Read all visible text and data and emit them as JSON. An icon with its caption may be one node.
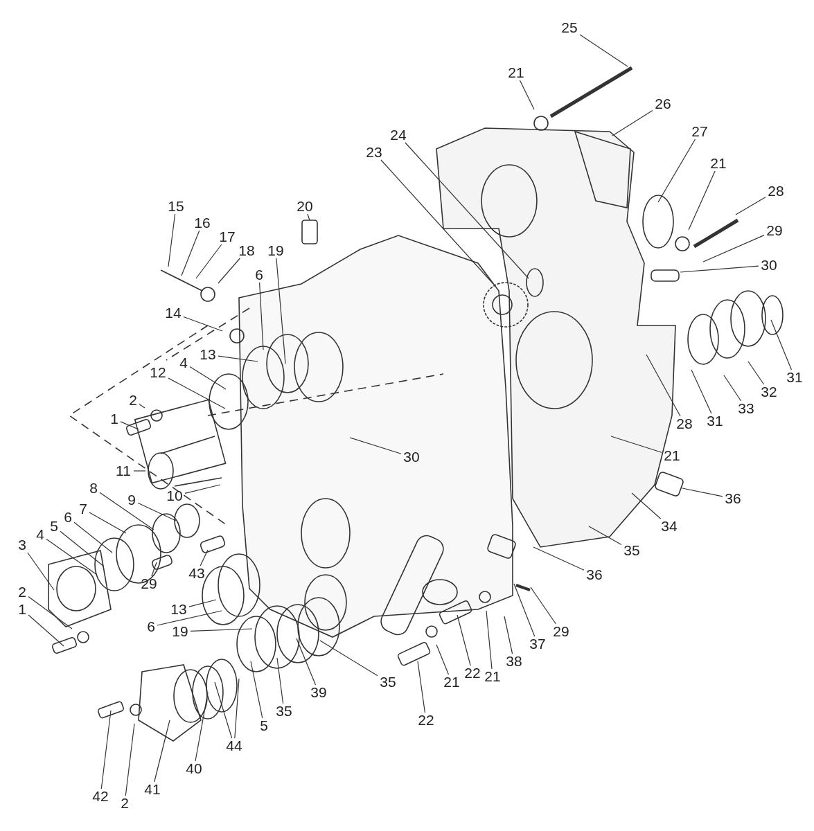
{
  "diagram": {
    "nodes": [
      {
        "text": [
          "25"
        ]
      },
      {
        "text": [
          "21"
        ]
      },
      {
        "text": [
          "26"
        ]
      },
      {
        "text": [
          "27"
        ]
      },
      {
        "text": [
          "21"
        ]
      },
      {
        "text": [
          "28"
        ]
      },
      {
        "text": [
          "29"
        ]
      },
      {
        "text": [
          "30"
        ]
      },
      {
        "text": [
          "24"
        ]
      },
      {
        "text": [
          "23"
        ]
      },
      {
        "text": [
          "20"
        ]
      },
      {
        "text": [
          "15"
        ]
      },
      {
        "text": [
          "16"
        ]
      },
      {
        "text": [
          "17"
        ]
      },
      {
        "text": [
          "18"
        ]
      },
      {
        "text": [
          "19"
        ]
      },
      {
        "text": [
          "6"
        ]
      },
      {
        "text": [
          "14"
        ]
      },
      {
        "text": [
          "13"
        ]
      },
      {
        "text": [
          "4"
        ]
      },
      {
        "text": [
          "12"
        ]
      },
      {
        "text": [
          "2"
        ]
      },
      {
        "text": [
          "1"
        ]
      },
      {
        "text": [
          "11"
        ]
      },
      {
        "text": [
          "9"
        ]
      },
      {
        "text": [
          "10"
        ]
      },
      {
        "text": [
          "30"
        ]
      },
      {
        "text": [
          "8"
        ]
      },
      {
        "text": [
          "7"
        ]
      },
      {
        "text": [
          "6"
        ]
      },
      {
        "text": [
          "5"
        ]
      },
      {
        "text": [
          "4"
        ]
      },
      {
        "text": [
          "3"
        ]
      },
      {
        "text": [
          "2"
        ]
      },
      {
        "text": [
          "1"
        ]
      },
      {
        "text": [
          "29"
        ]
      },
      {
        "text": [
          "43"
        ]
      },
      {
        "text": [
          "13"
        ]
      },
      {
        "text": [
          "6"
        ]
      },
      {
        "text": [
          "19"
        ]
      },
      {
        "text": [
          "35"
        ]
      },
      {
        "text": [
          "39"
        ]
      },
      {
        "text": [
          "35"
        ]
      },
      {
        "text": [
          "5"
        ]
      },
      {
        "text": [
          "44"
        ]
      },
      {
        "text": [
          "40"
        ]
      },
      {
        "text": [
          "41"
        ]
      },
      {
        "text": [
          "42"
        ]
      },
      {
        "text": [
          "2"
        ]
      },
      {
        "text": [
          "22"
        ]
      },
      {
        "text": [
          "21"
        ]
      },
      {
        "text": [
          "22"
        ]
      },
      {
        "text": [
          "21"
        ]
      },
      {
        "text": [
          "38"
        ]
      },
      {
        "text": [
          "37"
        ]
      },
      {
        "text": [
          "29"
        ]
      },
      {
        "text": [
          "36"
        ]
      },
      {
        "text": [
          "36"
        ]
      },
      {
        "text": [
          "34"
        ]
      },
      {
        "text": [
          "35"
        ]
      },
      {
        "text": [
          "21"
        ]
      },
      {
        "text": [
          "28"
        ]
      },
      {
        "text": [
          "31"
        ]
      },
      {
        "text": [
          "33"
        ]
      },
      {
        "text": [
          "32"
        ]
      },
      {
        "text": [
          "31"
        ]
      }
    ],
    "edges": [
      {
        "from": 0,
        "to": null,
        "arrow": "none"
      },
      {
        "from": 1,
        "to": null,
        "arrow": "none"
      },
      {
        "from": 2,
        "to": null,
        "arrow": "none"
      },
      {
        "from": 3,
        "to": null,
        "arrow": "none"
      },
      {
        "from": 4,
        "to": null,
        "arrow": "none"
      },
      {
        "from": 5,
        "to": null,
        "arrow": "none"
      },
      {
        "from": 6,
        "to": null,
        "arrow": "none"
      },
      {
        "from": 7,
        "to": null,
        "arrow": "none"
      },
      {
        "from": 8,
        "to": null,
        "arrow": "none"
      },
      {
        "from": 9,
        "to": null,
        "arrow": "none"
      },
      {
        "from": 10,
        "to": null,
        "arrow": "none"
      },
      {
        "from": 11,
        "to": null,
        "arrow": "none"
      },
      {
        "from": 12,
        "to": null,
        "arrow": "none"
      },
      {
        "from": 13,
        "to": null,
        "arrow": "none"
      },
      {
        "from": 14,
        "to": null,
        "arrow": "none"
      },
      {
        "from": 15,
        "to": null,
        "arrow": "none"
      },
      {
        "from": 16,
        "to": null,
        "arrow": "none"
      },
      {
        "from": 17,
        "to": null,
        "arrow": "none"
      },
      {
        "from": 18,
        "to": null,
        "arrow": "none"
      },
      {
        "from": 19,
        "to": null,
        "arrow": "none"
      },
      {
        "from": 20,
        "to": null,
        "arrow": "none"
      },
      {
        "from": 21,
        "to": null,
        "arrow": "none"
      },
      {
        "from": 22,
        "to": null,
        "arrow": "none"
      },
      {
        "from": 23,
        "to": null,
        "arrow": "none"
      },
      {
        "from": 24,
        "to": null,
        "arrow": "none"
      },
      {
        "from": 25,
        "to": null,
        "arrow": "none"
      },
      {
        "from": 26,
        "to": null,
        "arrow": "none"
      },
      {
        "from": 27,
        "to": null,
        "arrow": "none"
      },
      {
        "from": 28,
        "to": null,
        "arrow": "none"
      },
      {
        "from": 29,
        "to": null,
        "arrow": "none"
      },
      {
        "from": 30,
        "to": null,
        "arrow": "none"
      },
      {
        "from": 31,
        "to": null,
        "arrow": "none"
      },
      {
        "from": 32,
        "to": null,
        "arrow": "none"
      },
      {
        "from": 33,
        "to": null,
        "arrow": "none"
      },
      {
        "from": 34,
        "to": null,
        "arrow": "none"
      },
      {
        "from": 35,
        "to": null,
        "arrow": "none"
      },
      {
        "from": 36,
        "to": null,
        "arrow": "none"
      },
      {
        "from": 37,
        "to": null,
        "arrow": "none"
      },
      {
        "from": 38,
        "to": null,
        "arrow": "none"
      },
      {
        "from": 39,
        "to": null,
        "arrow": "none"
      },
      {
        "from": 40,
        "to": null,
        "arrow": "none"
      },
      {
        "from": 41,
        "to": null,
        "arrow": "none"
      },
      {
        "from": 42,
        "to": null,
        "arrow": "none"
      },
      {
        "from": 43,
        "to": null,
        "arrow": "none"
      },
      {
        "from": 44,
        "to": null,
        "arrow": "none"
      },
      {
        "from": 44,
        "to": null,
        "arrow": "none"
      },
      {
        "from": 45,
        "to": null,
        "arrow": "none"
      },
      {
        "from": 46,
        "to": null,
        "arrow": "none"
      },
      {
        "from": 47,
        "to": null,
        "arrow": "none"
      },
      {
        "from": 48,
        "to": null,
        "arrow": "none"
      },
      {
        "from": 49,
        "to": null,
        "arrow": "none"
      },
      {
        "from": 50,
        "to": null,
        "arrow": "none"
      },
      {
        "from": 51,
        "to": null,
        "arrow": "none"
      },
      {
        "from": 52,
        "to": null,
        "arrow": "none"
      },
      {
        "from": 53,
        "to": null,
        "arrow": "none"
      },
      {
        "from": 54,
        "to": null,
        "arrow": "none"
      },
      {
        "from": 55,
        "to": null,
        "arrow": "none"
      },
      {
        "from": 56,
        "to": null,
        "arrow": "none"
      },
      {
        "from": 57,
        "to": null,
        "arrow": "none"
      },
      {
        "from": 58,
        "to": null,
        "arrow": "none"
      },
      {
        "from": 59,
        "to": null,
        "arrow": "none"
      },
      {
        "from": 60,
        "to": null,
        "arrow": "none"
      },
      {
        "from": 61,
        "to": null,
        "arrow": "none"
      },
      {
        "from": 62,
        "to": null,
        "arrow": "none"
      },
      {
        "from": 63,
        "to": null,
        "arrow": "none"
      },
      {
        "from": 64,
        "to": null,
        "arrow": "none"
      },
      {
        "from": 65,
        "to": null,
        "arrow": "none"
      }
    ]
  }
}
